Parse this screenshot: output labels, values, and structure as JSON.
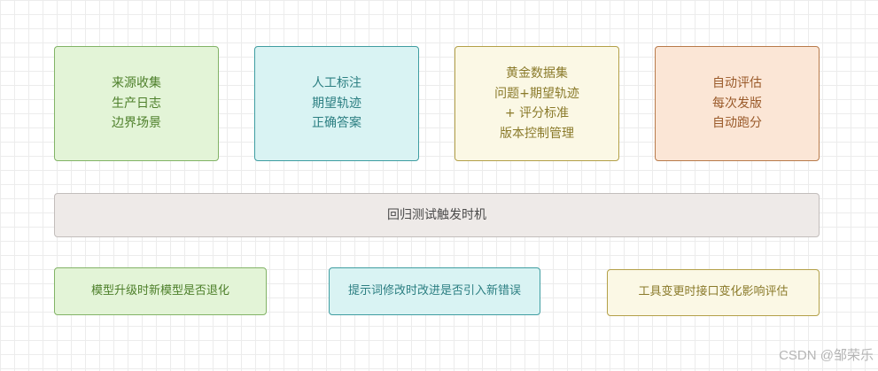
{
  "boxes": [
    {
      "lines": [
        "来源收集",
        "生产日志",
        "边界场景"
      ]
    },
    {
      "lines": [
        "人工标注",
        "期望轨迹",
        "正确答案"
      ]
    },
    {
      "lines": [
        "黄金数据集",
        "问题+期望轨迹",
        "+ 评分标准",
        "版本控制管理"
      ]
    },
    {
      "lines": [
        "自动评估",
        "每次发版",
        "自动跑分"
      ]
    }
  ],
  "trigger_bar": {
    "label": "回归测试触发时机"
  },
  "triggers": [
    {
      "label": "模型升级时新模型是否退化"
    },
    {
      "label": "提示词修改时改进是否引入新错误"
    },
    {
      "label": "工具变更时接口变化影响评估"
    }
  ],
  "watermark": "CSDN @邹荣乐",
  "colors": {
    "green_fill": "#e3f4d7",
    "green_border": "#82b366",
    "cyan_fill": "#d9f3f3",
    "cyan_border": "#3f9da1",
    "yellow_fill": "#fbf8e5",
    "yellow_border": "#b3a048",
    "orange_fill": "#fbe6d6",
    "orange_border": "#b87a4a",
    "grey_fill": "#eeeae8",
    "grey_border": "#c2bdbb"
  }
}
